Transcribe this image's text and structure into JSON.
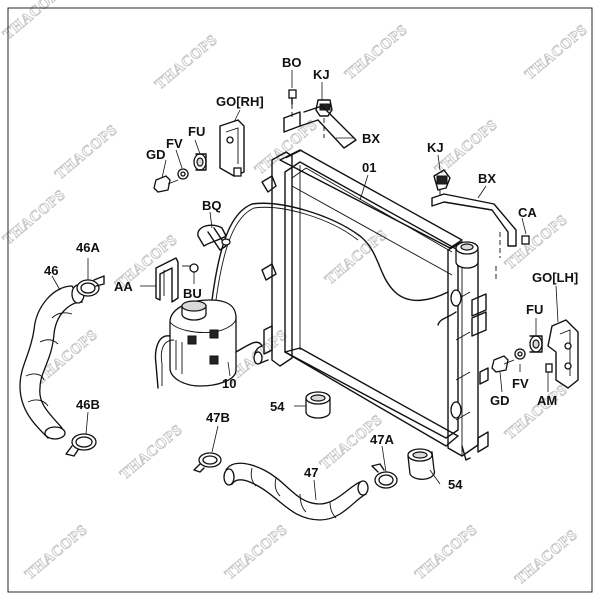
{
  "watermark": "THACOPS",
  "labels": {
    "bo": "BO",
    "kj_top": "KJ",
    "go_rh": "GO[RH]",
    "bx_top": "BX",
    "fu_left": "FU",
    "fv_left": "FV",
    "gd_left": "GD",
    "part_01": "01",
    "kj_right": "KJ",
    "bx_right": "BX",
    "ca": "CA",
    "bq": "BQ",
    "p46a": "46A",
    "p46": "46",
    "aa": "AA",
    "bu": "BU",
    "go_lh": "GO[LH]",
    "fu_right": "FU",
    "fv_right": "FV",
    "gd_right": "GD",
    "am": "AM",
    "p10": "10",
    "p46b": "46B",
    "p54_left": "54",
    "p47b": "47B",
    "p47a": "47A",
    "p47": "47",
    "p54_right": "54"
  }
}
